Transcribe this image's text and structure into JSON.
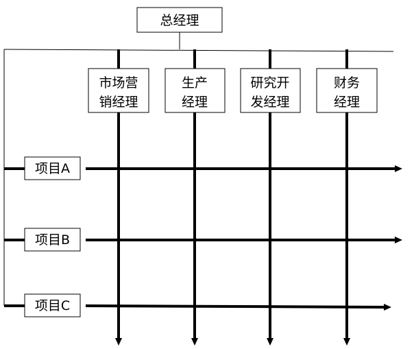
{
  "ceo": {
    "label": "总经理"
  },
  "departments": [
    {
      "id": "marketing",
      "lines": [
        "市场营",
        "销经理"
      ]
    },
    {
      "id": "production",
      "lines": [
        "生产",
        "经理"
      ]
    },
    {
      "id": "rnd",
      "lines": [
        "研究开",
        "发经理"
      ]
    },
    {
      "id": "finance",
      "lines": [
        "财务",
        "经理"
      ]
    }
  ],
  "projects": [
    {
      "id": "a",
      "label": "项目A"
    },
    {
      "id": "b",
      "label": "项目B"
    },
    {
      "id": "c",
      "label": "项目C"
    }
  ]
}
